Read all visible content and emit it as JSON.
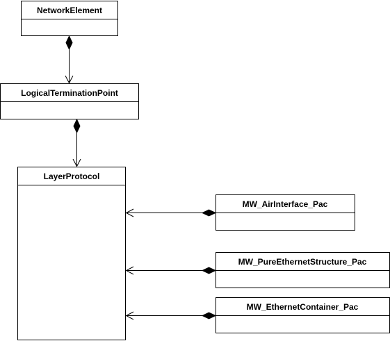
{
  "classes": {
    "network_element": "NetworkElement",
    "logical_termination_point": "LogicalTerminationPoint",
    "layer_protocol": "LayerProtocol",
    "mw_air_interface_pac": "MW_AirInterface_Pac",
    "mw_pure_ethernet_structure_pac": "MW_PureEthernetStructure_Pac",
    "mw_ethernet_container_pac": "MW_EthernetContainer_Pac"
  },
  "relationships": [
    {
      "from": "NetworkElement",
      "to": "LogicalTerminationPoint",
      "type": "composition"
    },
    {
      "from": "LogicalTerminationPoint",
      "to": "LayerProtocol",
      "type": "composition"
    },
    {
      "from": "MW_AirInterface_Pac",
      "to": "LayerProtocol",
      "type": "composition"
    },
    {
      "from": "MW_PureEthernetStructure_Pac",
      "to": "LayerProtocol",
      "type": "composition"
    },
    {
      "from": "MW_EthernetContainer_Pac",
      "to": "LayerProtocol",
      "type": "composition"
    }
  ]
}
